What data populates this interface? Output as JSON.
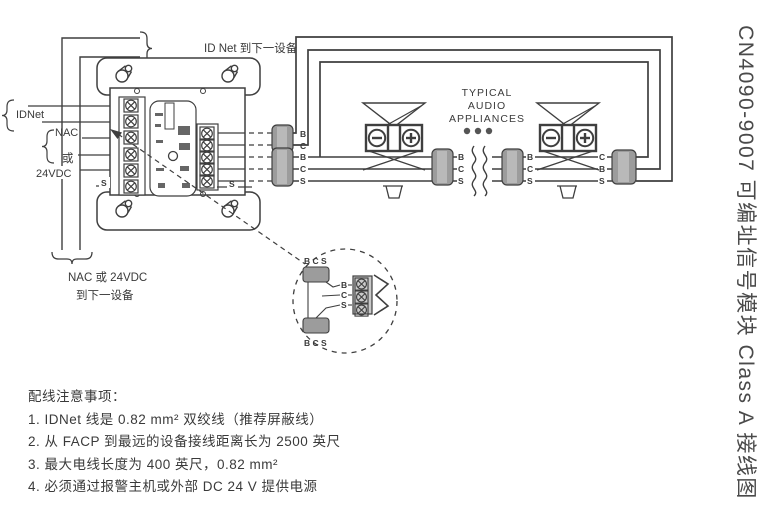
{
  "title_vertical": "CN4090-9007 可编址信号模块 Class A 接线图",
  "labels": {
    "idnet_to_next": "ID Net 到下一设备",
    "idnet": "IDNet",
    "nac": "NAC",
    "or": "或",
    "vdc24": "24VDC",
    "nac_or_24vdc": "NAC 或 24VDC",
    "to_next_device": "到下一设备",
    "typical_1": "TYPICAL",
    "typical_2": "AUDIO",
    "typical_3": "APPLIANCES",
    "b": "B",
    "c": "C",
    "s": "S",
    "bcs": "B C S"
  },
  "notes": {
    "heading": "配线注意事项：",
    "items": [
      "1.  IDNet 线是 0.82 mm² 双绞线（推荐屏蔽线）",
      "2.  从 FACP 到最远的设备接线距离长为 2500 英尺",
      "3.  最大电线长度为 400 英尺，0.82 mm²",
      "4.  必须通过报警主机或外部 DC 24 V 提供电源"
    ]
  },
  "colors": {
    "line": "#3f3f3f",
    "connector_fill": "#9c9c9c",
    "text": "#3a3a3a",
    "background": "#ffffff"
  }
}
